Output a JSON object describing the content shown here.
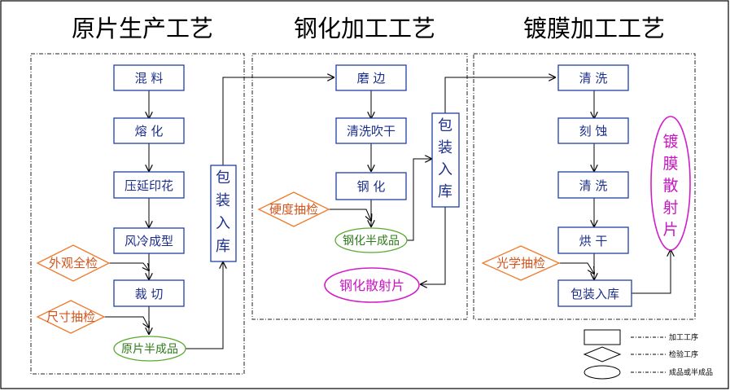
{
  "titles": {
    "original": "原片生产工艺",
    "tempering": "钢化加工工艺",
    "coating": "镀膜加工工艺"
  },
  "original": {
    "steps": [
      "混 料",
      "熔 化",
      "压延印花",
      "风冷成型",
      "裁 切"
    ],
    "inspections": [
      "外观全检",
      "尺寸抽检"
    ],
    "product": "原片半成品",
    "pack": [
      "包",
      "装",
      "入",
      "库"
    ]
  },
  "tempering": {
    "steps": [
      "磨 边",
      "清洗吹干",
      "钢 化"
    ],
    "inspection": "硬度抽检",
    "product": "钢化半成品",
    "pack": [
      "包",
      "装",
      "入",
      "库"
    ],
    "final": "钢化散射片"
  },
  "coating": {
    "steps": [
      "清 洗",
      "刻 蚀",
      "清 洗",
      "烘 干",
      "包装入库"
    ],
    "inspection": "光学抽检",
    "final": [
      "镀",
      "膜",
      "散",
      "射",
      "片"
    ]
  },
  "legend": {
    "process": "加工工序",
    "inspection": "检验工序",
    "product": "成品或半成品"
  },
  "colors": {
    "process_border": "#1f3fa8",
    "process_text": "#1c2f8c",
    "inspection": "#f07a2a",
    "semi_product": "#5aa92e",
    "final_product": "#d21ec9"
  }
}
